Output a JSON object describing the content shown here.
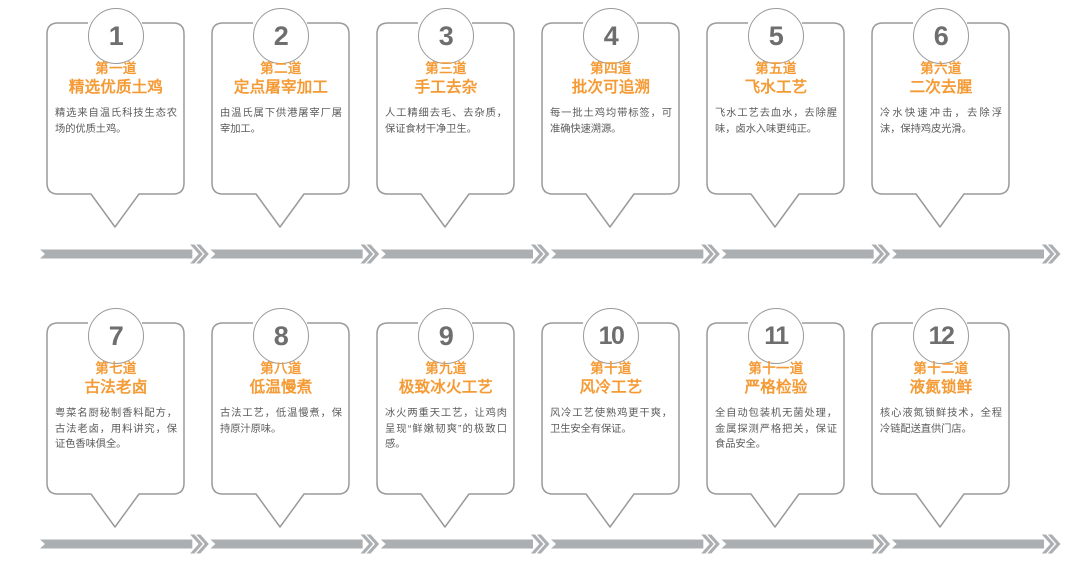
{
  "colors": {
    "title_orange": "#F59B36",
    "body_gray": "#5c5c5c",
    "outline_gray": "#9a9a9a",
    "arrow_gray": "#ACAFB2",
    "background": "#FFFFFF"
  },
  "rows": [
    {
      "steps": [
        {
          "number": "1",
          "title_line1": "第一道",
          "title_line2": "精选优质土鸡",
          "description": "精选来自温氏科技生态农场的优质土鸡。"
        },
        {
          "number": "2",
          "title_line1": "第二道",
          "title_line2": "定点屠宰加工",
          "description": "由温氏属下供港屠宰厂屠宰加工。"
        },
        {
          "number": "3",
          "title_line1": "第三道",
          "title_line2": "手工去杂",
          "description": "人工精细去毛、去杂质，保证食材干净卫生。"
        },
        {
          "number": "4",
          "title_line1": "第四道",
          "title_line2": "批次可追溯",
          "description": "每一批土鸡均带标签，可准确快速溯源。"
        },
        {
          "number": "5",
          "title_line1": "第五道",
          "title_line2": "飞水工艺",
          "description": "飞水工艺去血水，去除腥味，卤水入味更纯正。"
        },
        {
          "number": "6",
          "title_line1": "第六道",
          "title_line2": "二次去腥",
          "description": "冷水快速冲击，去除浮沫，保持鸡皮光滑。"
        }
      ]
    },
    {
      "steps": [
        {
          "number": "7",
          "title_line1": "第七道",
          "title_line2": "古法老卤",
          "description": "粤菜名厨秘制香料配方，古法老卤，用料讲究，保证色香味俱全。"
        },
        {
          "number": "8",
          "title_line1": "第八道",
          "title_line2": "低温慢煮",
          "description": "古法工艺，低温慢煮，保持原汁原味。"
        },
        {
          "number": "9",
          "title_line1": "第九道",
          "title_line2": "极致冰火工艺",
          "description": "冰火两重天工艺，让鸡肉呈现“鲜嫩韧爽”的极致口感。"
        },
        {
          "number": "10",
          "title_line1": "第十道",
          "title_line2": "风冷工艺",
          "description": "风冷工艺使熟鸡更干爽，卫生安全有保证。"
        },
        {
          "number": "11",
          "title_line1": "第十一道",
          "title_line2": "严格检验",
          "description": "全自动包装机无菌处理，金属探测严格把关，保证食品安全。"
        },
        {
          "number": "12",
          "title_line1": "第十二道",
          "title_line2": "液氮锁鲜",
          "description": "核心液氮锁鲜技术，全程冷链配送直供门店。"
        }
      ]
    }
  ],
  "flow_arrows": [
    {
      "name": "row-1-flow-arrow",
      "segments": 6
    },
    {
      "name": "row-2-flow-arrow",
      "segments": 6
    }
  ]
}
